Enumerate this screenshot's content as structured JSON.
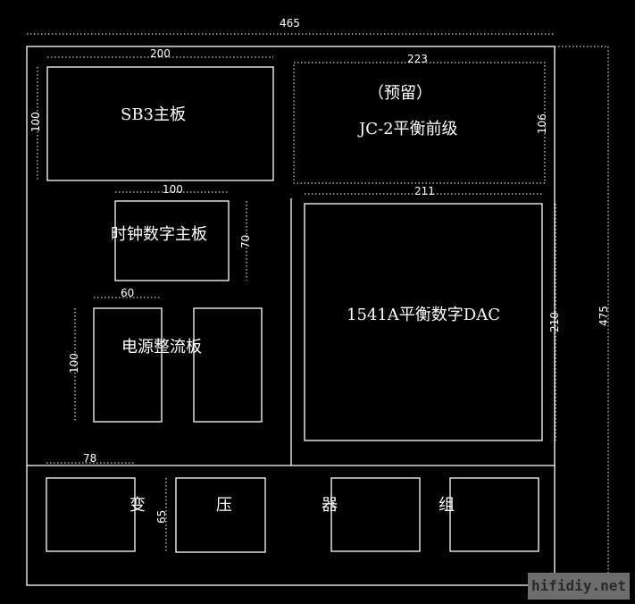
{
  "labels": {
    "sb3": "SB3主板",
    "reserved": "（预留）",
    "jc2": "JC-2平衡前级",
    "clock": "时钟数字主板",
    "dac": "1541A平衡数字DAC",
    "power": "电源整流板",
    "tf1": "变",
    "tf2": "压",
    "tf3": "器",
    "tf4": "组"
  },
  "dims": {
    "overall_w": "465",
    "overall_h": "475",
    "sb3_w": "200",
    "sb3_h": "100",
    "jc2_w": "223",
    "jc2_h": "106",
    "clock_w": "100",
    "clock_h": "70",
    "dac_w": "211",
    "dac_h": "210",
    "power_w": "60",
    "power_h": "100",
    "tf_w": "78",
    "tf_h": "65"
  },
  "watermark": "hifidiy.net"
}
